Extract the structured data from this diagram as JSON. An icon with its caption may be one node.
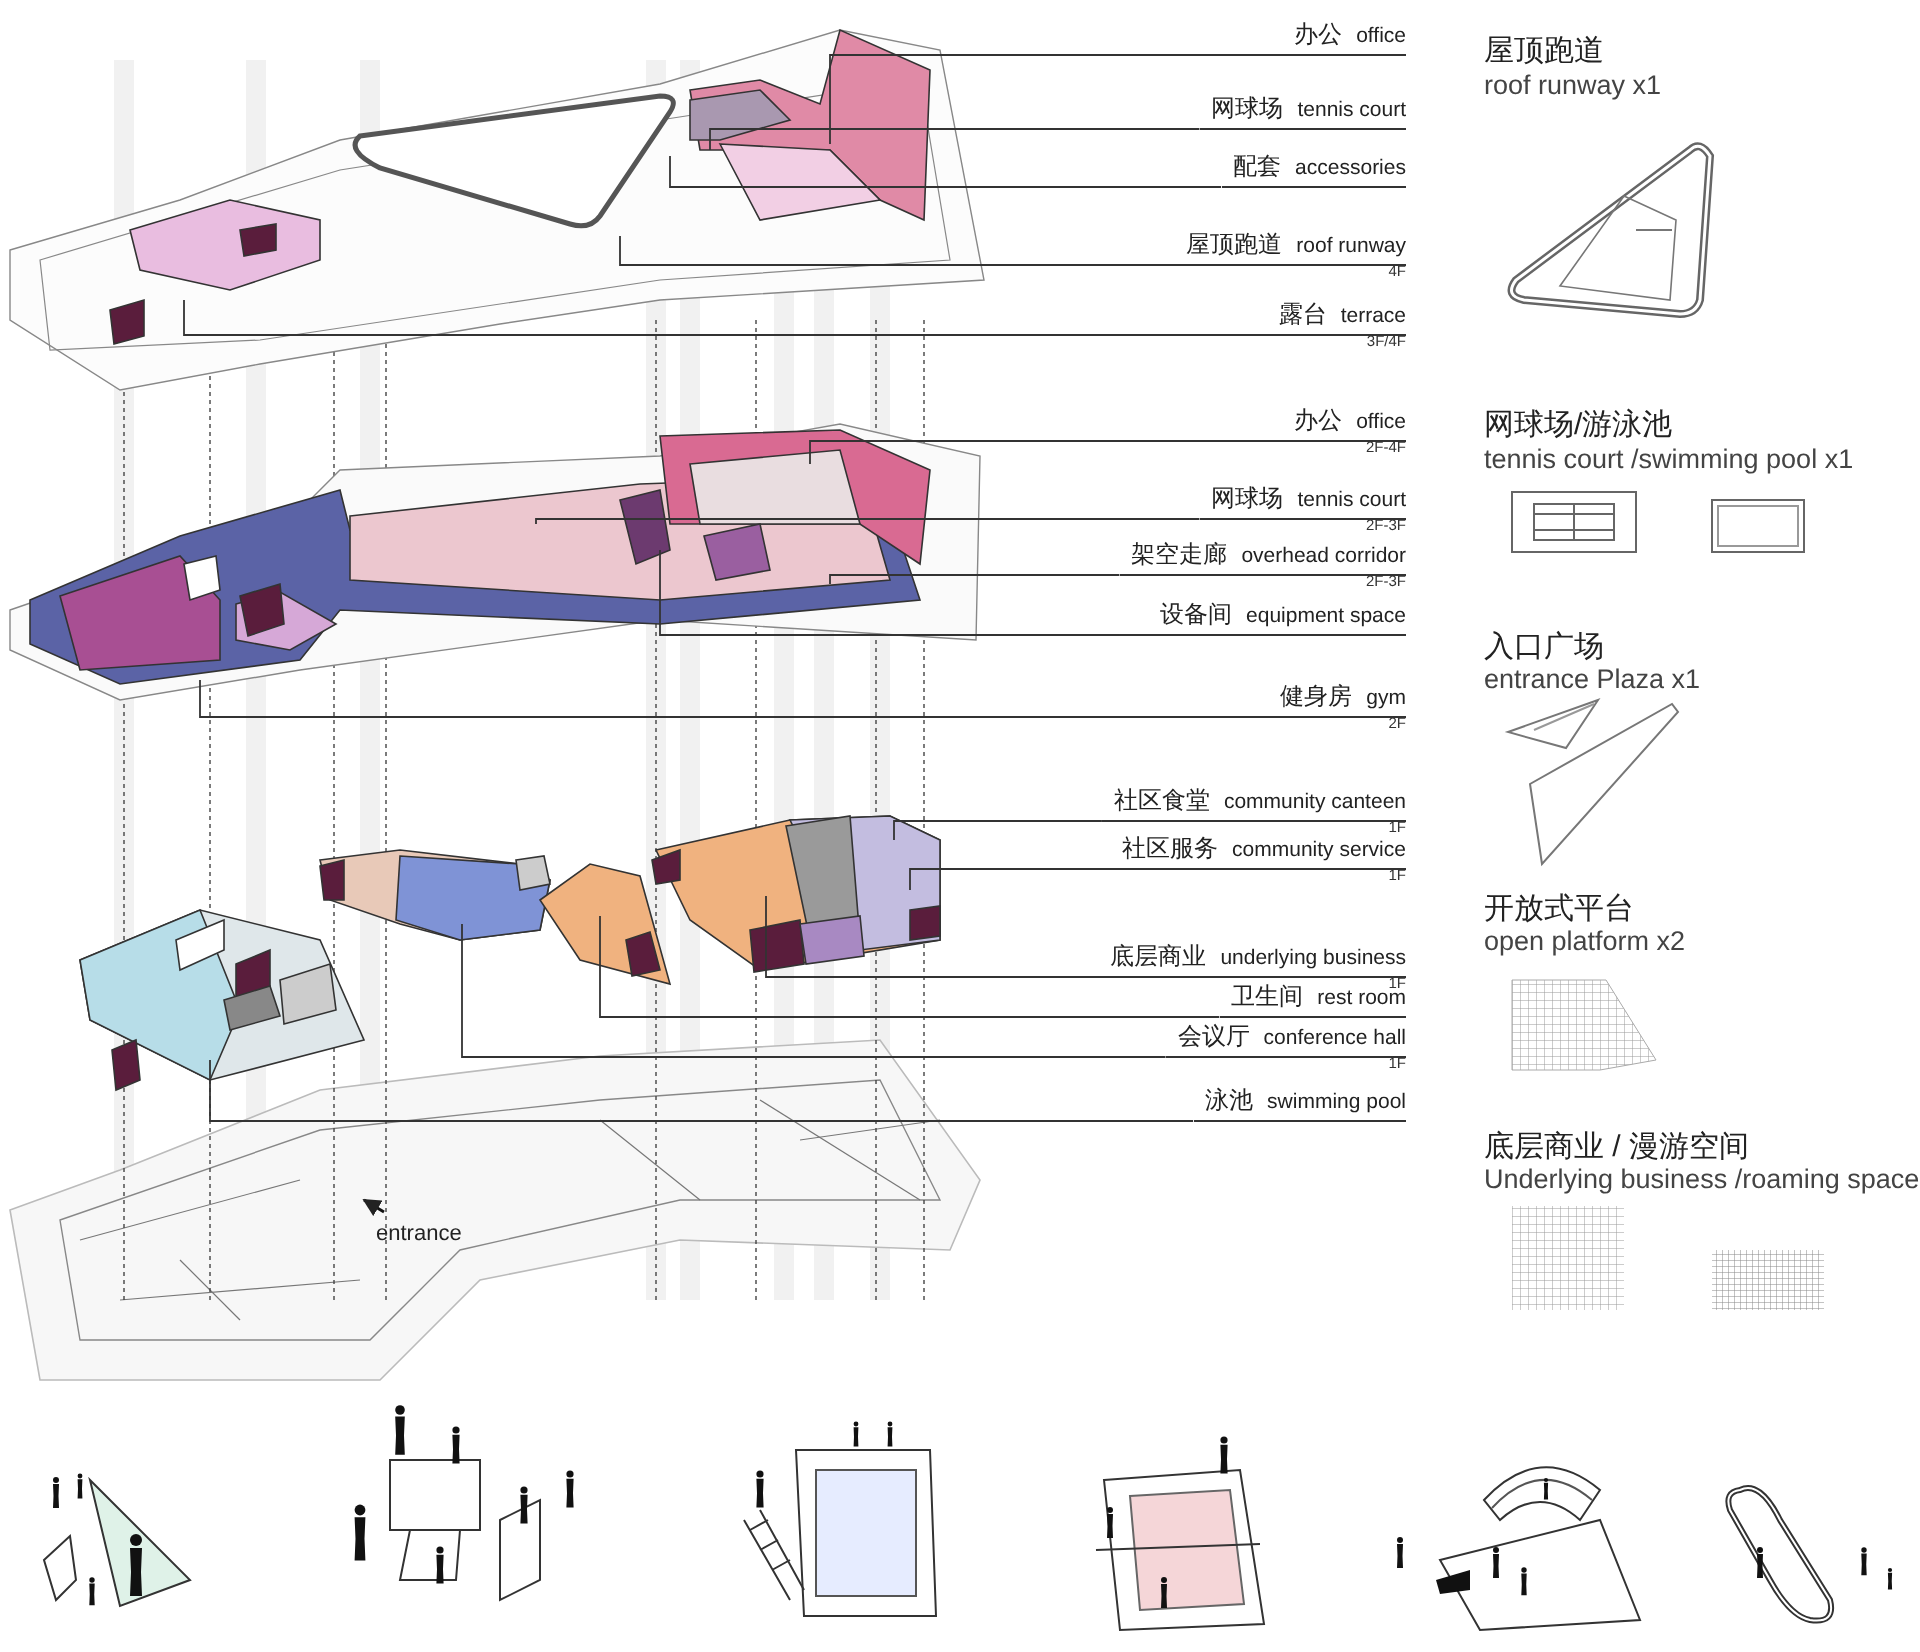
{
  "diagram": {
    "nodes": [
      {
        "text": [
          "办公",
          "office"
        ]
      },
      {
        "text": [
          "网球场",
          "tennis court"
        ]
      },
      {
        "text": [
          "配套",
          "accessories"
        ]
      },
      {
        "text": [
          "屋顶跑道",
          "roof runway"
        ],
        "beside": [
          "4F"
        ]
      },
      {
        "text": [
          "露台",
          "terrace"
        ],
        "beside": [
          "3F/4F"
        ]
      },
      {
        "text": [
          "办公",
          "office"
        ],
        "beside": [
          "2F-4F"
        ]
      },
      {
        "text": [
          "网球场",
          "tennis court"
        ],
        "beside": [
          "2F-3F"
        ]
      },
      {
        "text": [
          "架空走廊",
          "overhead corridor"
        ],
        "beside": [
          "2F-3F"
        ]
      },
      {
        "text": [
          "设备间",
          "equipment space"
        ]
      },
      {
        "text": [
          "健身房",
          "gym"
        ],
        "beside": [
          "2F"
        ]
      },
      {
        "text": [
          "社区食堂",
          "community canteen"
        ],
        "beside": [
          "1F"
        ]
      },
      {
        "text": [
          "社区服务",
          "community service"
        ],
        "beside": [
          "1F"
        ]
      },
      {
        "text": [
          "底层商业",
          "underlying business"
        ],
        "beside": [
          "1F"
        ]
      },
      {
        "text": [
          "卫生间",
          "rest room"
        ]
      },
      {
        "text": [
          "会议厅",
          "conference hall"
        ],
        "beside": [
          "1F"
        ]
      },
      {
        "text": [
          "泳池",
          "swimming pool"
        ]
      }
    ],
    "edges": [
      {
        "from": 0,
        "to": null,
        "arrow": "none"
      },
      {
        "from": 1,
        "to": null,
        "arrow": "none"
      },
      {
        "from": 2,
        "to": null,
        "arrow": "none"
      },
      {
        "from": 3,
        "to": null,
        "arrow": "none"
      },
      {
        "from": 4,
        "to": null,
        "arrow": "none"
      },
      {
        "from": 5,
        "to": null,
        "arrow": "none"
      },
      {
        "from": 6,
        "to": null,
        "arrow": "none"
      },
      {
        "from": 7,
        "to": null,
        "arrow": "none"
      },
      {
        "from": 8,
        "to": null,
        "arrow": "none"
      },
      {
        "from": 9,
        "to": null,
        "arrow": "none"
      },
      {
        "from": 10,
        "to": null,
        "arrow": "none"
      },
      {
        "from": 11,
        "to": null,
        "arrow": "none"
      },
      {
        "from": 12,
        "to": null,
        "arrow": "none"
      },
      {
        "from": 13,
        "to": null,
        "arrow": "none"
      },
      {
        "from": 14,
        "to": null,
        "arrow": "none"
      },
      {
        "from": 15,
        "to": null,
        "arrow": "none"
      }
    ],
    "labels": [
      "屋顶跑道",
      "roof runway  x1",
      "网球场/游泳池",
      "tennis court /swimming pool  x1",
      "入口广场",
      "entrance Plaza  x1",
      "开放式平台",
      "open platform  x2",
      "底层商业 / 漫游空间",
      "Underlying business /roaming space",
      "entrance"
    ]
  }
}
